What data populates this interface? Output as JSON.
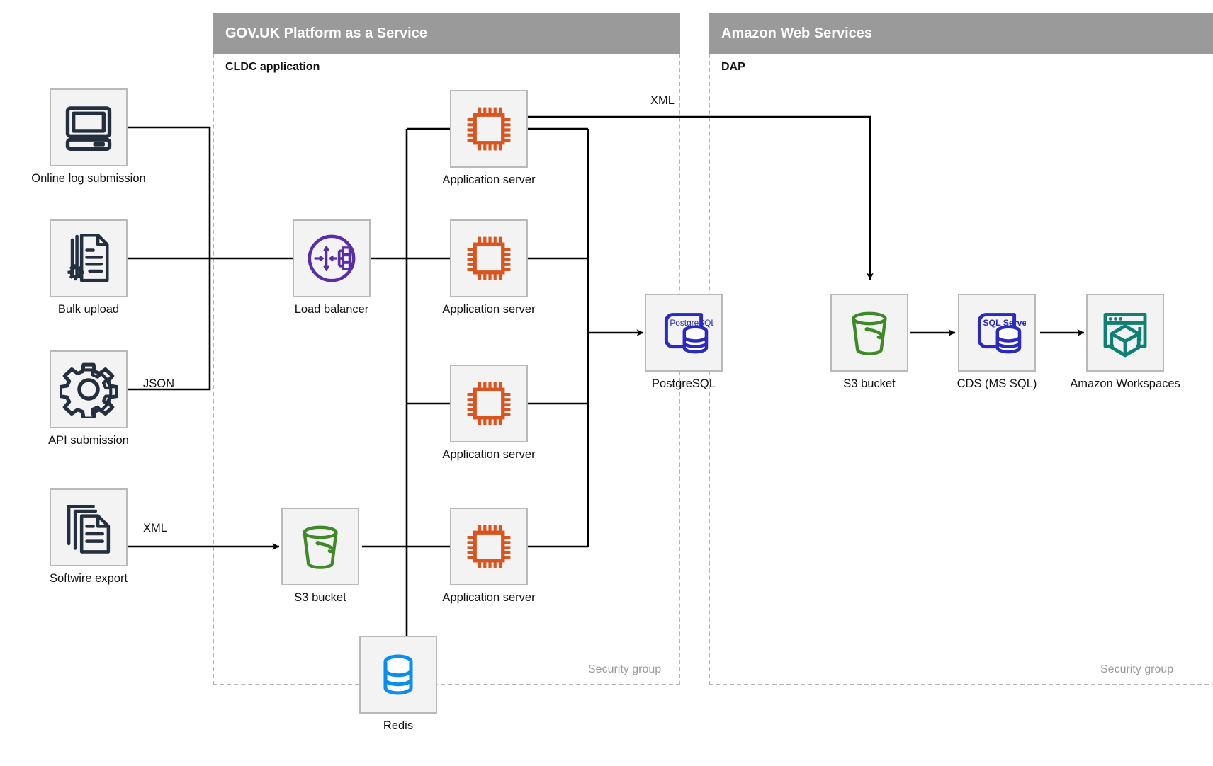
{
  "zones": [
    {
      "id": "paas",
      "title": "GOV.UK Platform as a Service",
      "subtitle": "CLDC application",
      "footnote": "Security group"
    },
    {
      "id": "aws",
      "title": "Amazon Web Services",
      "subtitle": "DAP",
      "footnote": "Security group"
    }
  ],
  "nodes": {
    "online_log": {
      "label": "Online log submission",
      "icon": "desktop-computer-icon"
    },
    "bulk_upload": {
      "label": "Bulk upload",
      "icon": "documents-gear-icon"
    },
    "api_submission": {
      "label": "API submission",
      "icon": "gear-icon"
    },
    "softwire_export": {
      "label": "Softwire export",
      "icon": "document-stack-icon"
    },
    "load_balancer": {
      "label": "Load balancer",
      "icon": "load-balancer-icon"
    },
    "app_server_1": {
      "label": "Application server",
      "icon": "cpu-chip-icon"
    },
    "app_server_2": {
      "label": "Application server",
      "icon": "cpu-chip-icon"
    },
    "app_server_3": {
      "label": "Application server",
      "icon": "cpu-chip-icon"
    },
    "app_server_4": {
      "label": "Application server",
      "icon": "cpu-chip-icon"
    },
    "postgres": {
      "label": "PostgreSQL",
      "icon": "postgresql-icon",
      "badge": "PostgreSQL"
    },
    "s3_paas": {
      "label": "S3 bucket",
      "icon": "s3-bucket-icon"
    },
    "redis": {
      "label": "Redis",
      "icon": "redis-database-icon"
    },
    "s3_aws": {
      "label": "S3 bucket",
      "icon": "s3-bucket-icon"
    },
    "cds": {
      "label": "CDS (MS SQL)",
      "icon": "sql-server-icon",
      "badge": "SQL Server"
    },
    "workspaces": {
      "label": "Amazon Workspaces",
      "icon": "amazon-workspaces-icon"
    }
  },
  "edge_labels": {
    "json": "JSON",
    "xml_softwire": "XML",
    "xml_export": "XML"
  },
  "colors": {
    "zone_header": "#9a9a9a",
    "zone_border": "#b5b5b5",
    "node_fill": "#f3f3f3",
    "node_border": "#b9b9b9",
    "wire": "#000000",
    "icon_dark": "#232f3e",
    "icon_orange": "#d9541e",
    "icon_purple": "#5a2da8",
    "icon_blue": "#2a2ac0",
    "icon_green": "#3f8a28",
    "icon_teal": "#0e8074",
    "icon_redis": "#0a8df0",
    "footnote": "#9a9a9a"
  }
}
